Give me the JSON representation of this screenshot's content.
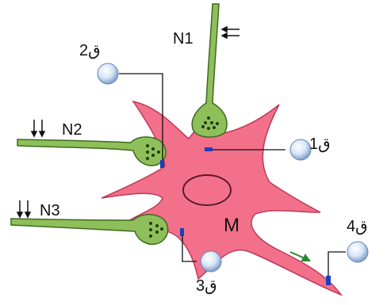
{
  "neurons": {
    "n1": "N1",
    "n2": "N2",
    "n3": "N3",
    "m": "M"
  },
  "electrodes": {
    "e1": "ق1",
    "e2": "ق2",
    "e3": "ق3",
    "e4": "ق4"
  },
  "colors": {
    "cell_body": "#f2708a",
    "cell_edge": "#c0395a",
    "axon": "#8fbf5a",
    "axon_edge": "#3f6a22",
    "electrode": "#c9ddf5",
    "probe_tip": "#1a3fbf",
    "arrow_green": "#2f8a2f"
  },
  "icons": {
    "arrows_n1": "double-left-arrow-icon",
    "arrows_n2": "double-down-arrow-icon",
    "arrows_n3": "double-down-arrow-icon",
    "impulse_direction": "right-down-arrow-icon"
  }
}
